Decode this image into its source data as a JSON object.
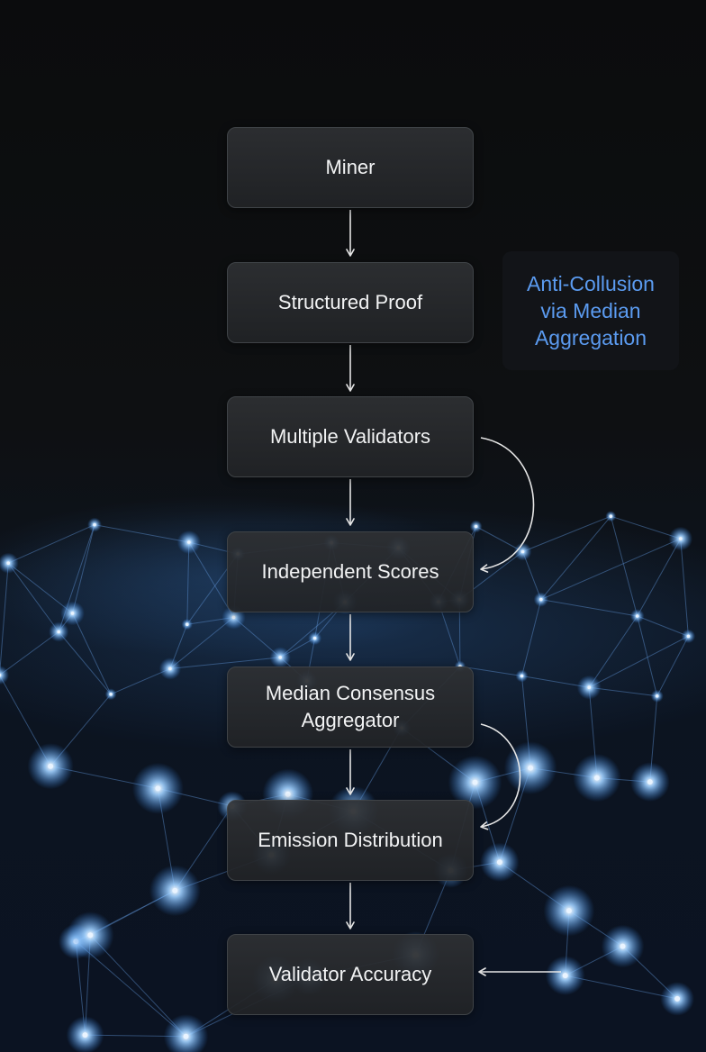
{
  "nodes": [
    {
      "id": "miner",
      "label": "Miner"
    },
    {
      "id": "structured-proof",
      "label": "Structured Proof"
    },
    {
      "id": "multiple-validators",
      "label": "Multiple Validators"
    },
    {
      "id": "independent-scores",
      "label": "Independent Scores"
    },
    {
      "id": "median-consensus-aggregator",
      "label": "Median Consensus\nAggregator"
    },
    {
      "id": "emission-distribution",
      "label": "Emission Distribution"
    },
    {
      "id": "validator-accuracy",
      "label": "Validator Accuracy"
    }
  ],
  "note": {
    "label": "Anti-Collusion\nvia Median\nAggregation"
  },
  "edges": [
    {
      "from": "miner",
      "to": "structured-proof",
      "kind": "straight"
    },
    {
      "from": "structured-proof",
      "to": "multiple-validators",
      "kind": "straight"
    },
    {
      "from": "multiple-validators",
      "to": "independent-scores",
      "kind": "straight"
    },
    {
      "from": "independent-scores",
      "to": "median-consensus-aggregator",
      "kind": "straight"
    },
    {
      "from": "median-consensus-aggregator",
      "to": "emission-distribution",
      "kind": "straight"
    },
    {
      "from": "emission-distribution",
      "to": "validator-accuracy",
      "kind": "straight"
    },
    {
      "from": "multiple-validators",
      "to": "independent-scores",
      "kind": "curved"
    },
    {
      "from": "median-consensus-aggregator",
      "to": "emission-distribution",
      "kind": "curved"
    },
    {
      "from": "external",
      "to": "validator-accuracy",
      "kind": "incoming"
    }
  ],
  "colors": {
    "background": "#0b0c0e",
    "node_fill": "#2a2c2f",
    "node_border": "#3f4347",
    "node_text": "#f2f3f4",
    "note_text": "#5b9bf0",
    "arrow": "#e6e6e6",
    "network_glow": "#7fb8ff"
  }
}
